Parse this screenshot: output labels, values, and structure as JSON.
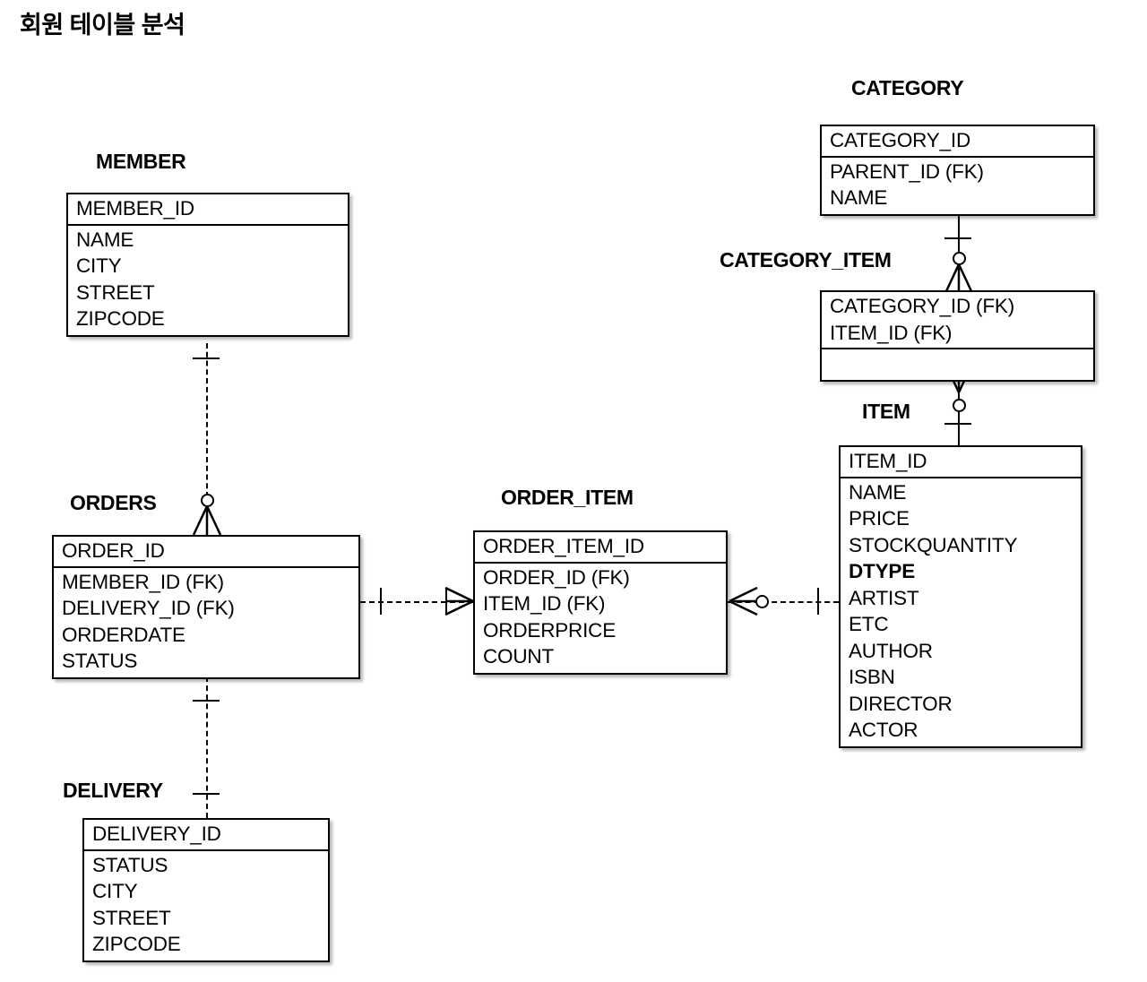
{
  "title": "회원 테이블 분석",
  "diagram": {
    "type": "entity-relationship-diagram",
    "notation": "crow's foot (IE)",
    "entities": [
      {
        "id": "member",
        "label": "MEMBER",
        "primary_keys": [
          "MEMBER_ID"
        ],
        "attributes": [
          "NAME",
          "CITY",
          "STREET",
          "ZIPCODE"
        ]
      },
      {
        "id": "orders",
        "label": "ORDERS",
        "primary_keys": [
          "ORDER_ID"
        ],
        "attributes": [
          "MEMBER_ID (FK)",
          "DELIVERY_ID (FK)",
          "ORDERDATE",
          "STATUS"
        ]
      },
      {
        "id": "delivery",
        "label": "DELIVERY",
        "primary_keys": [
          "DELIVERY_ID"
        ],
        "attributes": [
          "STATUS",
          "CITY",
          "STREET",
          "ZIPCODE"
        ]
      },
      {
        "id": "order_item",
        "label": "ORDER_ITEM",
        "primary_keys": [
          "ORDER_ITEM_ID"
        ],
        "attributes": [
          "ORDER_ID (FK)",
          "ITEM_ID (FK)",
          "ORDERPRICE",
          "COUNT"
        ]
      },
      {
        "id": "item",
        "label": "ITEM",
        "primary_keys": [
          "ITEM_ID"
        ],
        "attributes": [
          "NAME",
          "PRICE",
          "STOCKQUANTITY",
          "DTYPE",
          "ARTIST",
          "ETC",
          "AUTHOR",
          "ISBN",
          "DIRECTOR",
          "ACTOR"
        ],
        "bold_attributes": [
          "DTYPE"
        ]
      },
      {
        "id": "category",
        "label": "CATEGORY",
        "primary_keys": [
          "CATEGORY_ID"
        ],
        "attributes": [
          "PARENT_ID (FK)",
          "NAME"
        ]
      },
      {
        "id": "category_item",
        "label": "CATEGORY_ITEM",
        "primary_keys": [
          "CATEGORY_ID (FK)",
          "ITEM_ID (FK)"
        ],
        "attributes": [
          ""
        ]
      }
    ],
    "relationships": [
      {
        "from": "MEMBER",
        "to": "ORDERS",
        "line": "dashed",
        "from_cardinality": "one",
        "to_cardinality": "zero-or-many"
      },
      {
        "from": "ORDERS",
        "to": "DELIVERY",
        "line": "dashed",
        "from_cardinality": "one",
        "to_cardinality": "one"
      },
      {
        "from": "ORDERS",
        "to": "ORDER_ITEM",
        "line": "dashed",
        "from_cardinality": "one",
        "to_cardinality": "one-or-many"
      },
      {
        "from": "ORDER_ITEM",
        "to": "ITEM",
        "line": "dashed",
        "from_cardinality": "zero-or-many",
        "to_cardinality": "one"
      },
      {
        "from": "CATEGORY",
        "to": "CATEGORY_ITEM",
        "line": "solid",
        "from_cardinality": "one",
        "to_cardinality": "zero-or-many"
      },
      {
        "from": "CATEGORY_ITEM",
        "to": "ITEM",
        "line": "solid",
        "from_cardinality": "zero-or-many",
        "to_cardinality": "one"
      }
    ]
  }
}
